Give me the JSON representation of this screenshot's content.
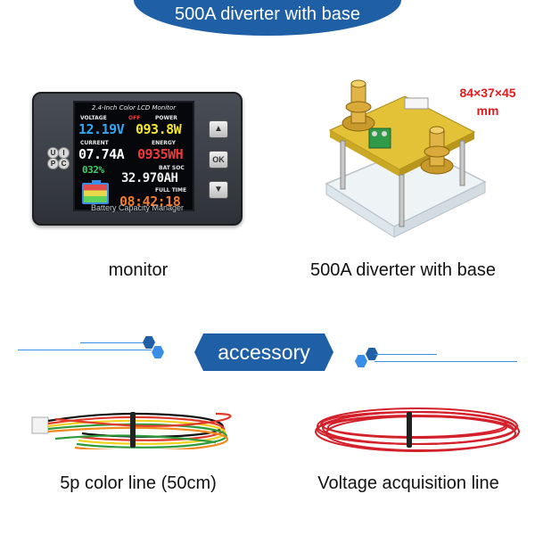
{
  "banner": {
    "title": "500A diverter with base"
  },
  "monitor": {
    "lcd_title": "2.4-Inch Color LCD Monitor",
    "voltage_label": "VOLTAGE",
    "off_label": "OFF",
    "power_label": "POWER",
    "voltage_value": "12.19V",
    "power_value": "093.8W",
    "current_label": "CURRENT",
    "energy_label": "ENERGY",
    "current_value": "07.74A",
    "energy_value": "0935WH",
    "soc_percent": "032%",
    "bat_soc_label": "BAT SOC",
    "capacity_value": "32.970AH",
    "full_time_label": "FULL TIME",
    "time_value": "08:42:18",
    "footer": "Battery Capacity Manager",
    "side_buttons": [
      "U",
      "I",
      "P",
      "C"
    ],
    "nav_buttons": [
      "▲",
      "OK",
      "▼"
    ],
    "colors": {
      "voltage": "#34a7f2",
      "power": "#f4e433",
      "current": "#ffffff",
      "energy": "#f03a3a",
      "capacity": "#f0f0f0",
      "time": "#f07c2e",
      "soc": "#3bd36b"
    }
  },
  "diverter": {
    "dimension_line1": "84×37×45",
    "dimension_line2": "mm"
  },
  "captions": {
    "monitor": "monitor",
    "diverter": "500A diverter with base",
    "color_line": "5p color line (50cm)",
    "voltage_line": "Voltage acquisition line"
  },
  "accessory": {
    "label": "accessory"
  }
}
